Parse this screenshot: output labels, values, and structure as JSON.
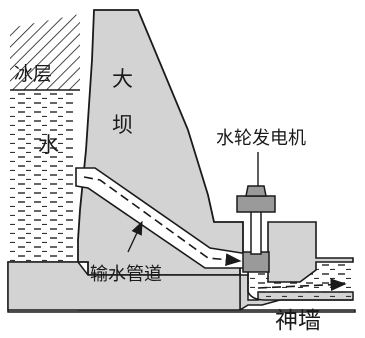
{
  "labels": {
    "ice_layer": "冰层",
    "water": "水",
    "dam_char1": "大",
    "dam_char2": "坝",
    "turbine_generator": "水轮发电机",
    "penstock": "输水管道",
    "wall": "神墙"
  },
  "colors": {
    "dam_fill": "#d3d3d3",
    "outline": "#1a1a1a",
    "water_dash": "#333333",
    "background": "#ffffff"
  },
  "icons": {
    "turbine": "turbine-generator-icon",
    "flow_arrow": "flow-arrow-icon",
    "ice_hatch": "hatch-pattern"
  }
}
